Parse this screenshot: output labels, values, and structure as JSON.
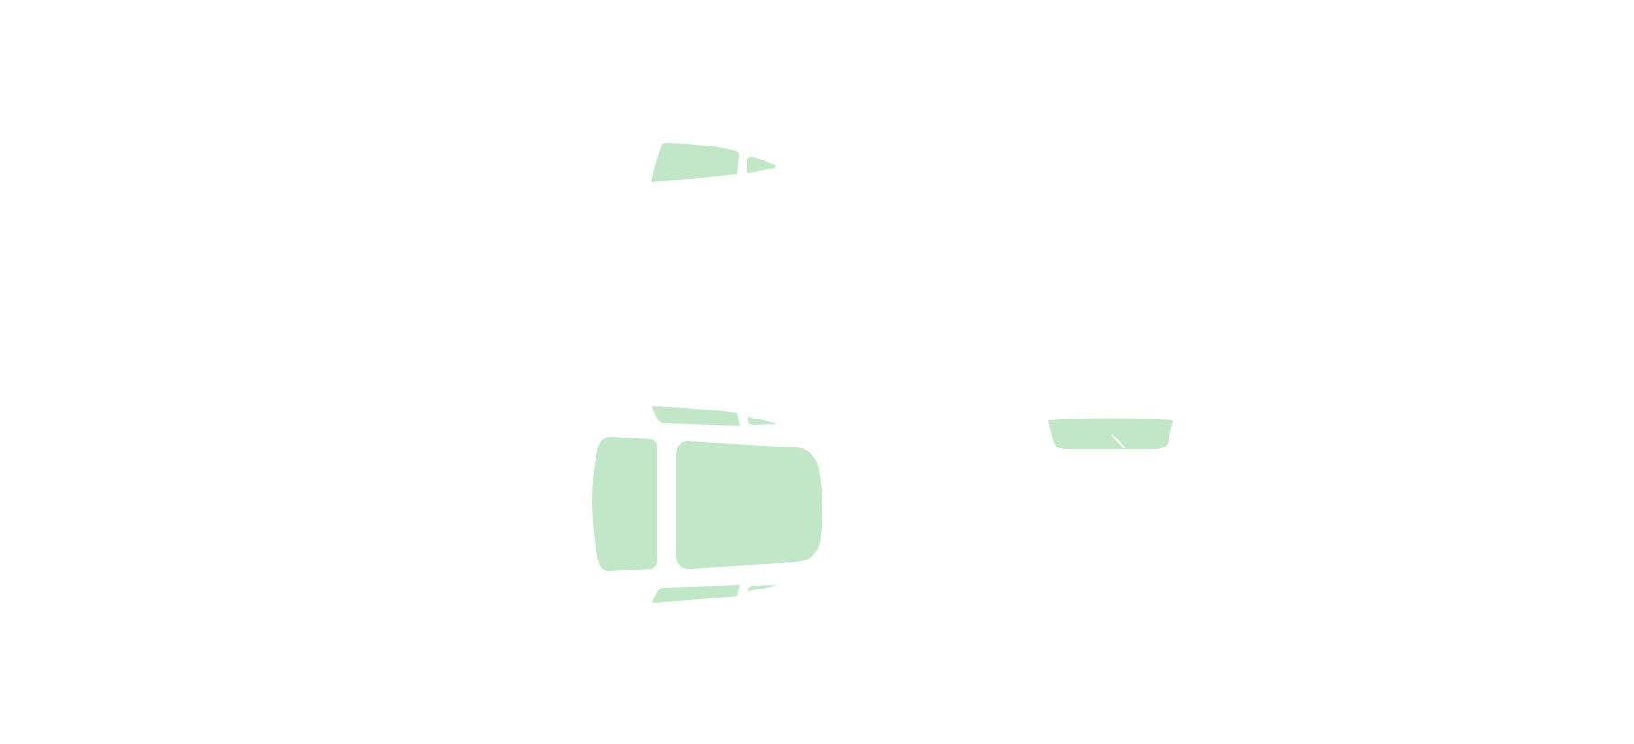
{
  "diagram": {
    "colors": {
      "background": "#ffffff",
      "glass": "#c1e6c8",
      "separator": "#ffffff"
    },
    "views": [
      {
        "view": "top",
        "parts": [
          "windshield",
          "front-side-window-left",
          "front-side-window-right",
          "rear-side-window-left",
          "rear-side-window-right",
          "rear-quarter-window-left",
          "rear-quarter-window-right",
          "rear-window",
          "sunroof"
        ]
      },
      {
        "view": "rear",
        "parts": [
          "rear-window"
        ]
      }
    ]
  }
}
